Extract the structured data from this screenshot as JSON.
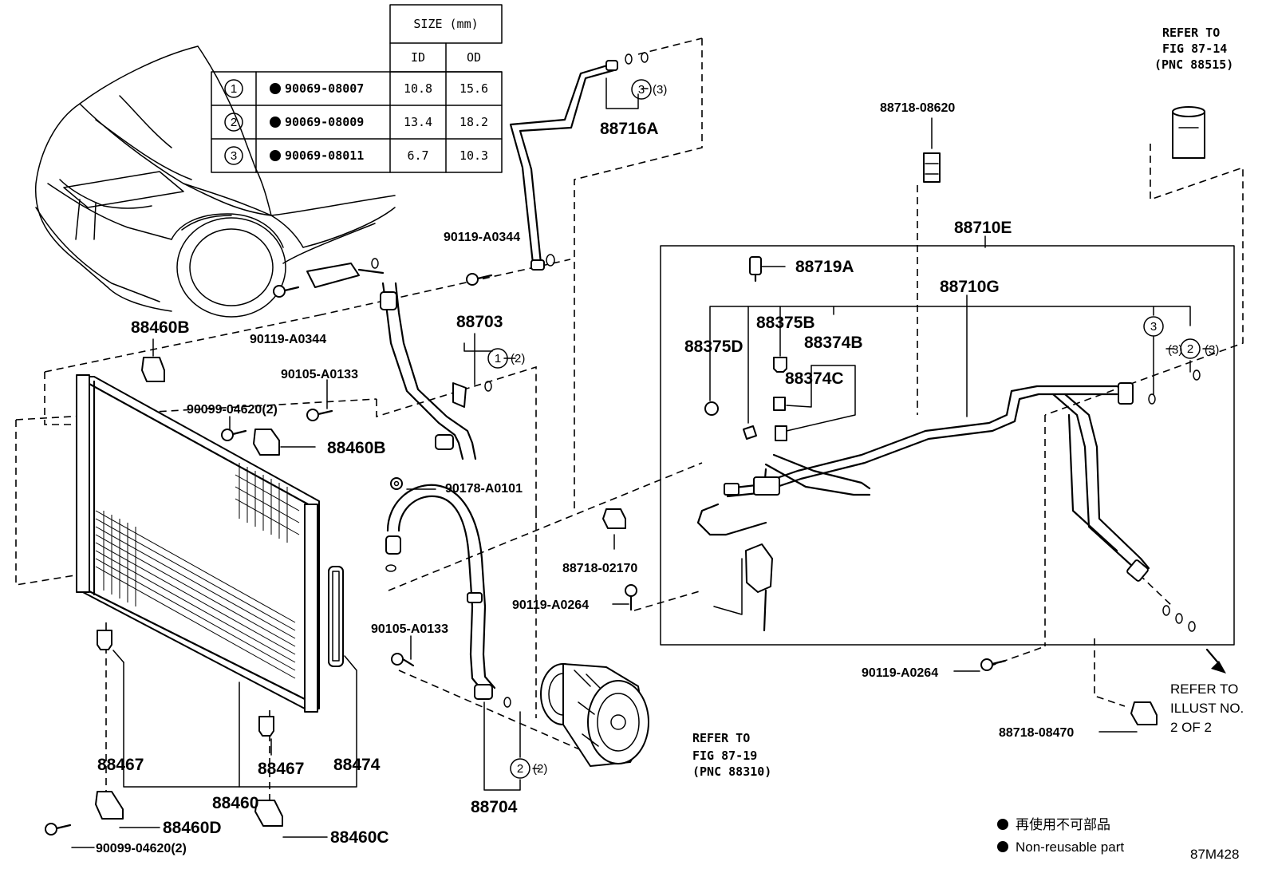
{
  "size_table": {
    "header": "SIZE (mm)",
    "col_id": "ID",
    "col_od": "OD",
    "rows": [
      {
        "ref": "1",
        "part": "90069-08007",
        "id": "10.8",
        "od": "15.6"
      },
      {
        "ref": "2",
        "part": "90069-08009",
        "id": "13.4",
        "od": "18.2"
      },
      {
        "ref": "3",
        "part": "90069-08011",
        "id": "6.7",
        "od": "10.3"
      }
    ]
  },
  "labels": {
    "p88716A": "88716A",
    "q3_top": "(3)",
    "p90119_A0344_a": "90119-A0344",
    "p90119_A0344_b": "90119-A0344",
    "p88460B_a": "88460B",
    "p88460B_b": "88460B",
    "p90105_A0133_a": "90105-A0133",
    "p90105_A0133_b": "90105-A0133",
    "p90099_04620_a": "90099-04620(2)",
    "p90099_04620_b": "90099-04620(2)",
    "p88703": "88703",
    "q1_88703": "(2)",
    "p90178_A0101": "90178-A0101",
    "p88718_02170": "88718-02170",
    "p90119_A0264_a": "90119-A0264",
    "p90119_A0264_b": "90119-A0264",
    "p88718_08620": "88718-08620",
    "p88710E": "88710E",
    "p88719A": "88719A",
    "p88710G": "88710G",
    "p88375B": "88375B",
    "p88375D": "88375D",
    "p88374B": "88374B",
    "p88374C": "88374C",
    "q3_right": "(3)",
    "q2_right": "(3)",
    "p88467_a": "88467",
    "p88467_b": "88467",
    "p88460": "88460",
    "p88474": "88474",
    "p88460D": "88460D",
    "p88460C": "88460C",
    "p88704": "88704",
    "q2_88704": "(2)",
    "p88718_08470": "88718-08470",
    "diagram_code": "87M428"
  },
  "references": {
    "fig87_14": [
      "REFER TO",
      "FIG 87-14",
      "(PNC 88515)"
    ],
    "fig87_19": [
      "REFER TO",
      "FIG 87-19",
      "(PNC 88310)"
    ],
    "illust": [
      "REFER TO",
      "ILLUST NO.",
      "2 OF 2"
    ]
  },
  "legend": {
    "line_cn": "再使用不可部品",
    "line_en": "Non-reusable part"
  }
}
